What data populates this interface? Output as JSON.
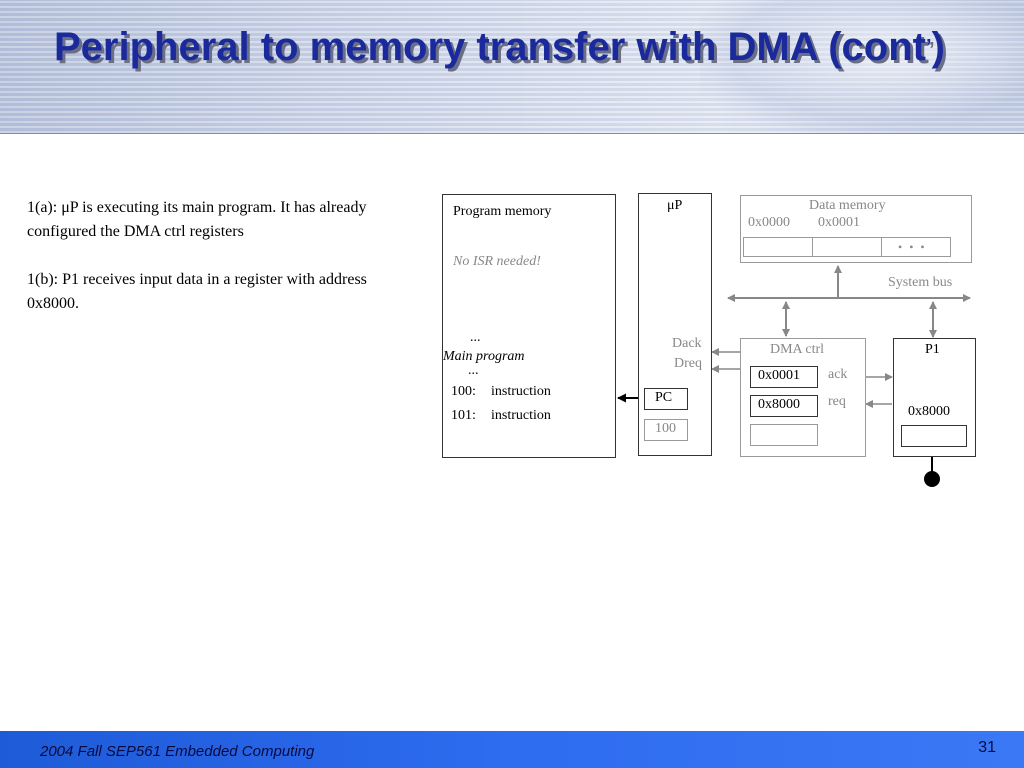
{
  "slide": {
    "title_main": "Peripheral to memory transfer with DMA (cont",
    "title_apostrophe": "’",
    "title_close": ")"
  },
  "body": {
    "para1": "1(a): μP is executing its main program. It has already configured the DMA ctrl registers",
    "para2": "1(b): P1 receives input data in a register with address 0x8000."
  },
  "diagram": {
    "program_memory": "Program memory",
    "no_isr": "No ISR needed!",
    "ellipsis_top": "...",
    "main_program": "Main program",
    "ellipsis_bottom": "...",
    "instr_100_addr": "100:",
    "instr_100_text": "instruction",
    "instr_101_addr": "101:",
    "instr_101_text": "instruction",
    "up": "μP",
    "pc": "PC",
    "pc_value": "100",
    "dack": "Dack",
    "dreq": "Dreq",
    "data_memory": "Data memory",
    "addr_0000": "0x0000",
    "addr_0001": "0x0001",
    "dots": "• • •",
    "system_bus": "System bus",
    "dma_ctrl": "DMA ctrl",
    "dma_reg1": "0x0001",
    "dma_reg2": "0x8000",
    "ack": "ack",
    "req": "req",
    "p1": "P1",
    "p1_addr": "0x8000"
  },
  "footer": {
    "text": "2004  Fall SEP561 Embedded Computing",
    "page": "31"
  }
}
